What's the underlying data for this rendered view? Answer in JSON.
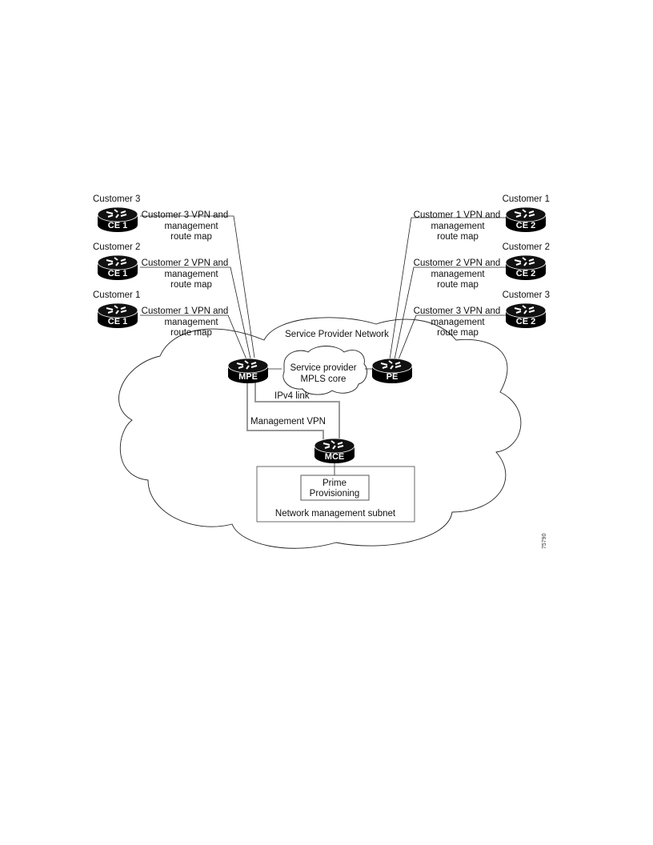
{
  "diagram": {
    "cloud_label": "Service Provider Network",
    "core_label": [
      "Service provider",
      "MPLS core"
    ],
    "ipv4_label": "IPv4 link",
    "mgmt_vpn_label": "Management VPN",
    "subnet_label": "Network management subnet",
    "prime_label": [
      "Prime",
      "Provisioning"
    ],
    "figure_number": "75790",
    "routers": {
      "mpe": "MPE",
      "pe": "PE",
      "mce": "MCE"
    },
    "left_customers": [
      {
        "customer": "Customer 3",
        "router": "CE 1",
        "label": [
          "Customer 3 VPN and",
          "management",
          "route map"
        ]
      },
      {
        "customer": "Customer 2",
        "router": "CE 1",
        "label": [
          "Customer 2 VPN and",
          "management",
          "route map"
        ]
      },
      {
        "customer": "Customer 1",
        "router": "CE 1",
        "label": [
          "Customer 1 VPN and",
          "management",
          "route map"
        ]
      }
    ],
    "right_customers": [
      {
        "customer": "Customer 1",
        "router": "CE 2",
        "label": [
          "Customer 1 VPN and",
          "management",
          "route map"
        ]
      },
      {
        "customer": "Customer 2",
        "router": "CE 2",
        "label": [
          "Customer 2 VPN and",
          "management",
          "route map"
        ]
      },
      {
        "customer": "Customer 3",
        "router": "CE 2",
        "label": [
          "Customer 3 VPN and",
          "management",
          "route map"
        ]
      }
    ]
  }
}
